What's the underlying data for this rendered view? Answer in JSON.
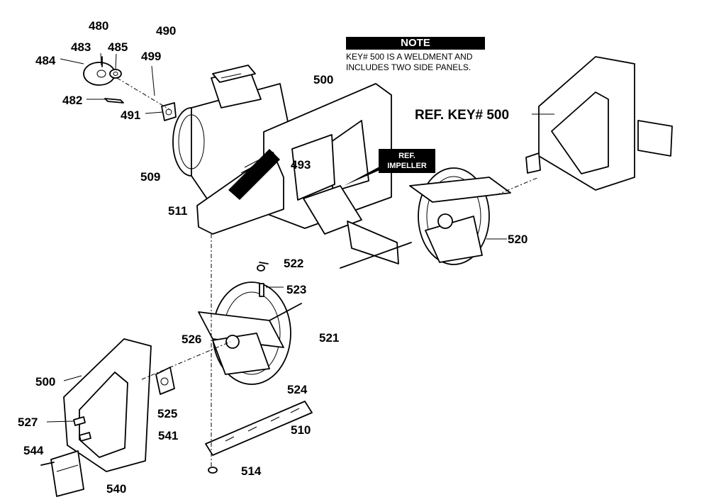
{
  "note": {
    "heading": "NOTE",
    "line1": "KEY# 500 IS A WELDMENT AND",
    "line2": "INCLUDES TWO SIDE PANELS."
  },
  "ref_impeller": {
    "line1": "REF.",
    "line2": "IMPELLER"
  },
  "ref_key": "REF. KEY# 500",
  "callouts": {
    "c480": "480",
    "c483": "483",
    "c484": "484",
    "c485": "485",
    "c490": "490",
    "c499": "499",
    "c482": "482",
    "c491": "491",
    "c500_top": "500",
    "c493": "493",
    "c509": "509",
    "c511": "511",
    "c520": "520",
    "c522": "522",
    "c523": "523",
    "c521": "521",
    "c526": "526",
    "c500_bottom": "500",
    "c524": "524",
    "c510": "510",
    "c525": "525",
    "c527": "527",
    "c541": "541",
    "c544": "544",
    "c514": "514",
    "c540": "540"
  }
}
